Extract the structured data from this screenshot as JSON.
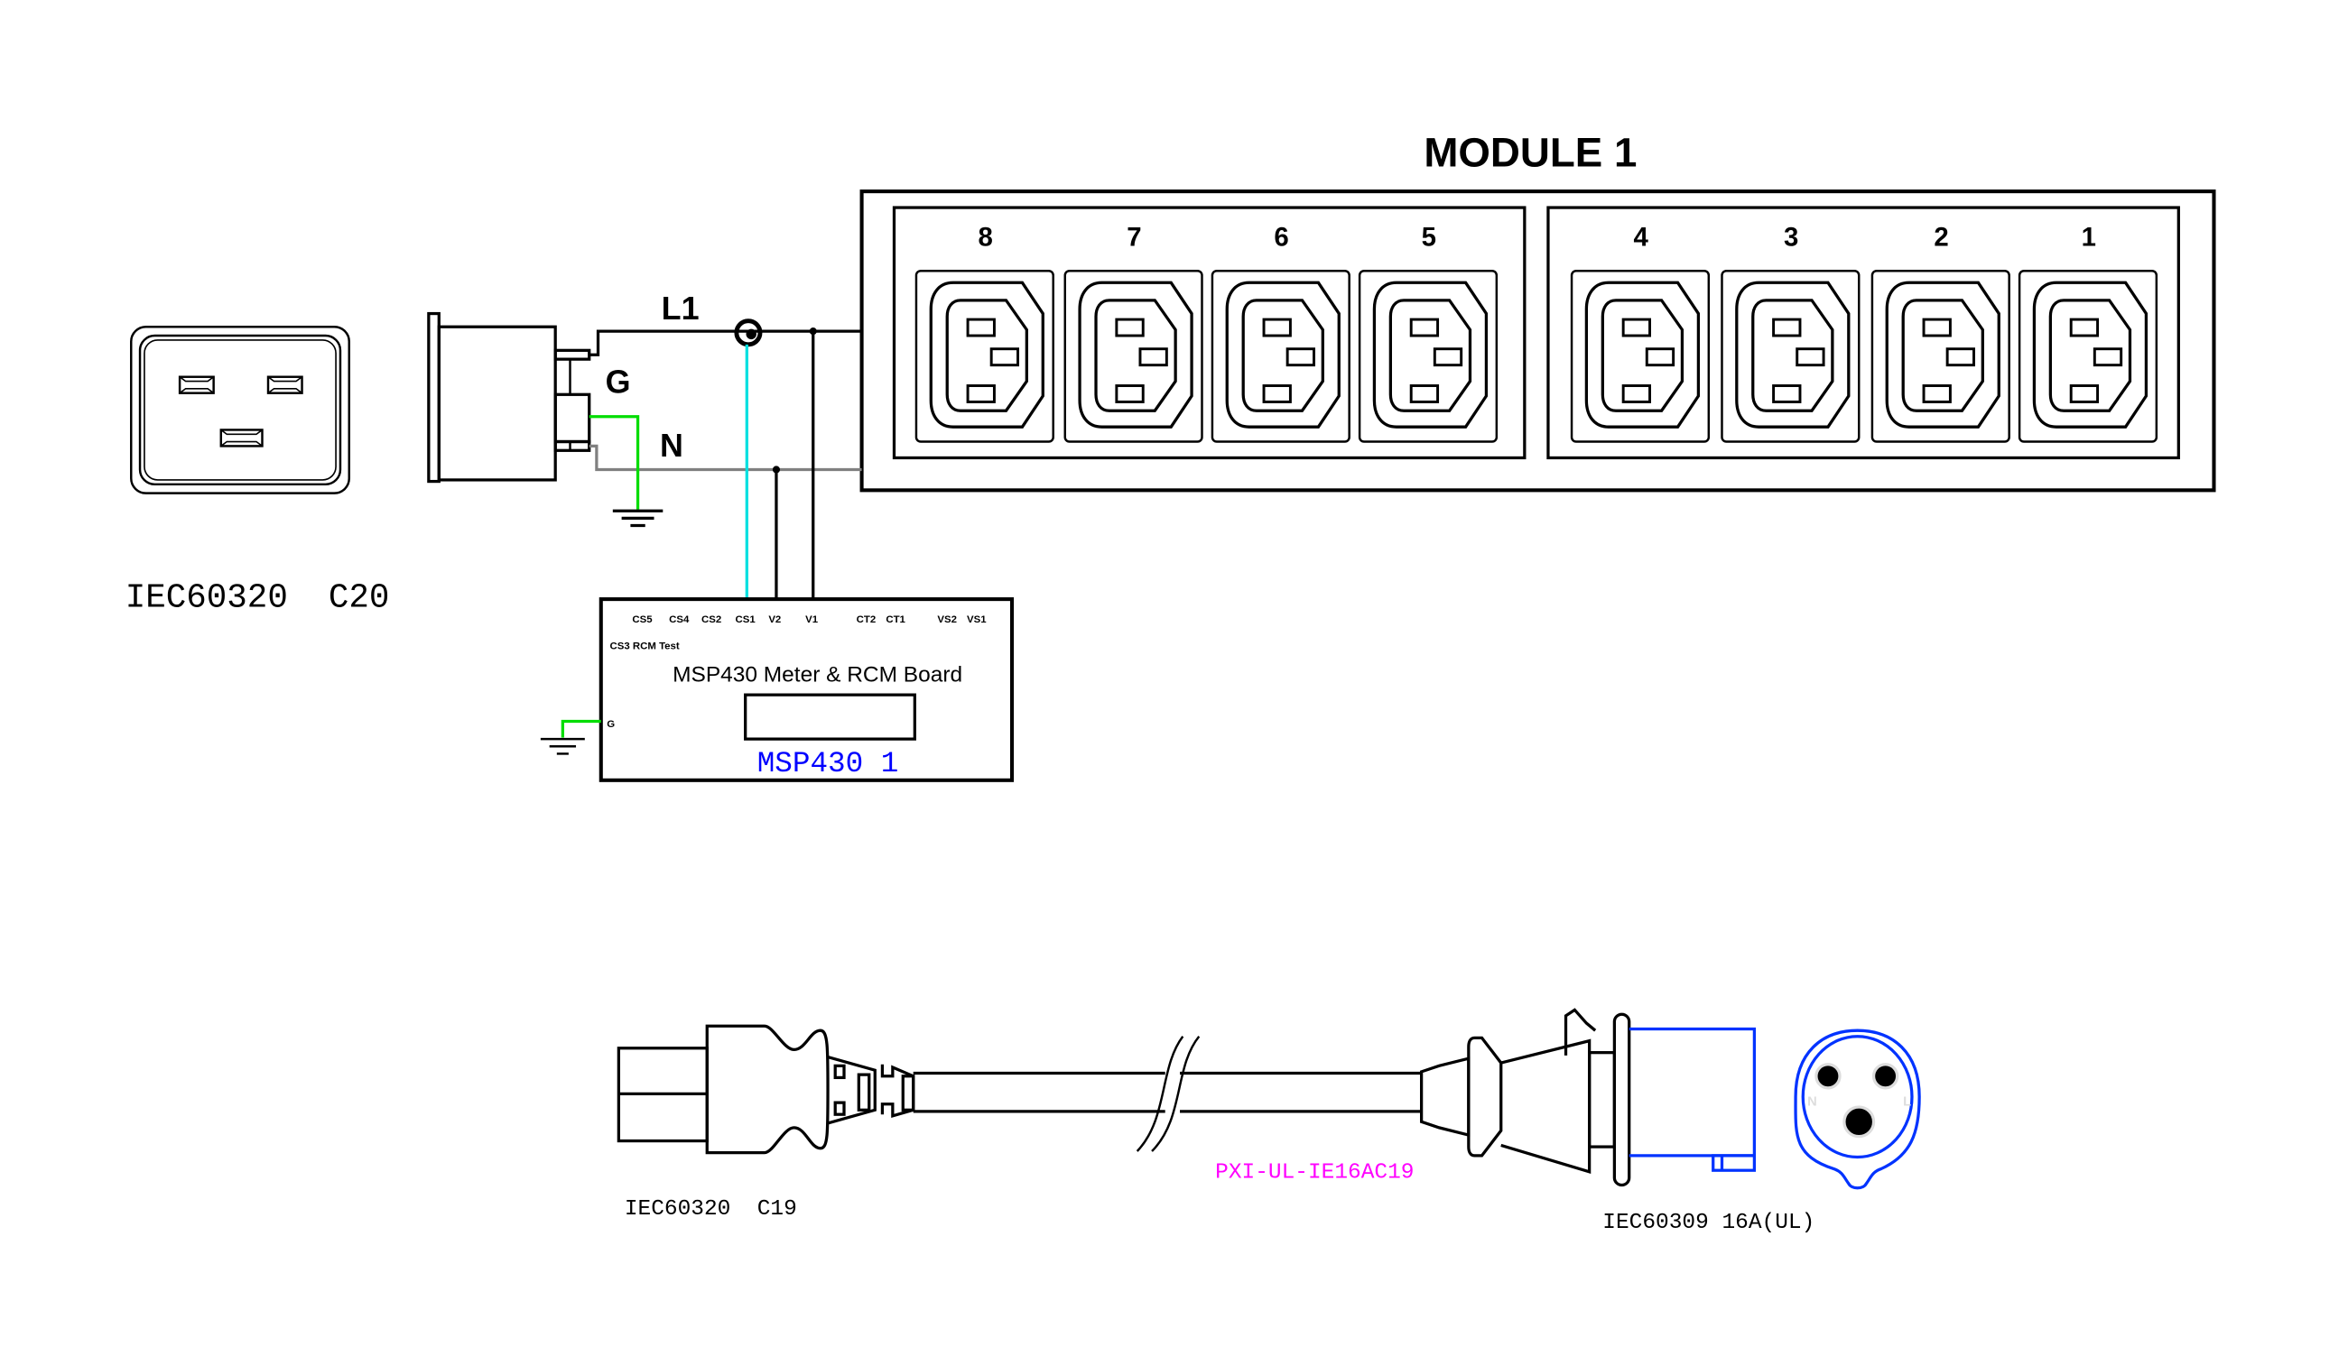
{
  "module": {
    "title": "MODULE 1",
    "bank_left": {
      "outlets": [
        "8",
        "7",
        "6",
        "5"
      ]
    },
    "bank_right": {
      "outlets": [
        "4",
        "3",
        "2",
        "1"
      ]
    },
    "outlet_type": "iec-c13-outlet-icon"
  },
  "inlet": {
    "label": "IEC60320  C20",
    "icon": "iec-c20-inlet-icon"
  },
  "wiring": {
    "line_label": "L1",
    "ground_label": "G",
    "neutral_label": "N",
    "colors": {
      "line": "#000000",
      "ground": "#00dd00",
      "neutral": "#808080",
      "sense": "#00e0e0"
    }
  },
  "meter_board": {
    "title": "MSP430 Meter & RCM Board",
    "name": "MSP430 1",
    "name_color": "#0000ff",
    "pins": [
      "CS5",
      "CS4",
      "CS2",
      "CS1",
      "V2",
      "V1",
      "CT2",
      "CT1",
      "VS2",
      "VS1"
    ],
    "side_label": "CS3 RCM Test",
    "ground_pin": "G"
  },
  "cable": {
    "left_connector_label": "IEC60320  C19",
    "part_number": "PXI-UL-IE16AC19",
    "part_number_color": "#ff00ff",
    "right_connector_label": "IEC60309 16A(UL)",
    "right_connector_color": "#0033ff",
    "socket_face_labels": [
      "N",
      "L"
    ]
  }
}
